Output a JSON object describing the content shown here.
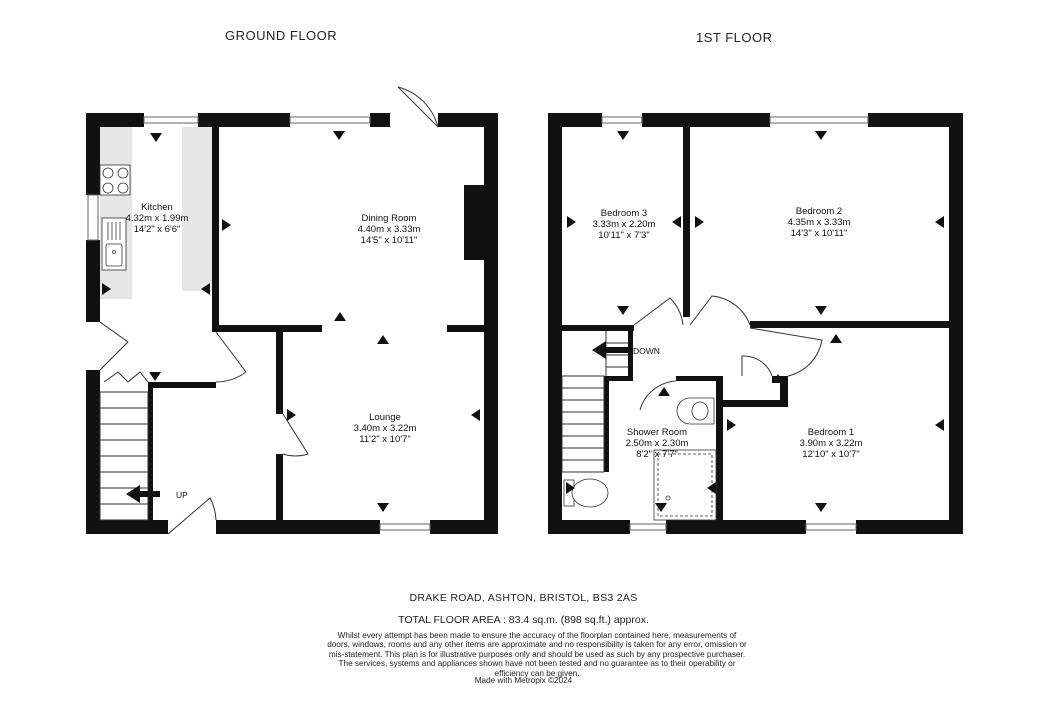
{
  "floors": {
    "ground": {
      "title": "GROUND FLOOR"
    },
    "first": {
      "title": "1ST FLOOR"
    }
  },
  "rooms": {
    "kitchen": {
      "name": "Kitchen",
      "metric": "4.32m  x 1.99m",
      "imperial": "14'2\"  x 6'6\""
    },
    "dining": {
      "name": "Dining Room",
      "metric": "4.40m  x 3.33m",
      "imperial": "14'5\"  x 10'11\""
    },
    "lounge": {
      "name": "Lounge",
      "metric": "3.40m  x 3.22m",
      "imperial": "11'2\"  x 10'7\""
    },
    "bedroom3": {
      "name": "Bedroom 3",
      "metric": "3.33m  x 2.20m",
      "imperial": "10'11\"  x 7'3\""
    },
    "bedroom2": {
      "name": "Bedroom 2",
      "metric": "4.35m  x 3.33m",
      "imperial": "14'3\"  x 10'11\""
    },
    "bedroom1": {
      "name": "Bedroom 1",
      "metric": "3.90m  x 3.22m",
      "imperial": "12'10\"  x 10'7\""
    },
    "shower": {
      "name": "Shower Room",
      "metric": "2.50m  x 2.30m",
      "imperial": "8'2\"  x 7'7\""
    }
  },
  "stairs": {
    "up_label": "UP",
    "down_label": "DOWN"
  },
  "footer": {
    "address": "DRAKE ROAD, ASHTON, BRISTOL, BS3 2AS",
    "total_area": "TOTAL FLOOR AREA : 83.4 sq.m. (898 sq.ft.) approx.",
    "disclaimer": "Whilst every attempt has been made to ensure the accuracy of the floorplan contained here, measurements of doors, windows, rooms and any other items are approximate and no responsibility is taken for any error, omission or mis-statement. This plan is for illustrative purposes only and should be used as such by any prospective purchaser. The services, systems and appliances shown have not been tested and no guarantee as to their operability or efficiency can be given.",
    "credit": "Made with Metropix ©2024"
  }
}
